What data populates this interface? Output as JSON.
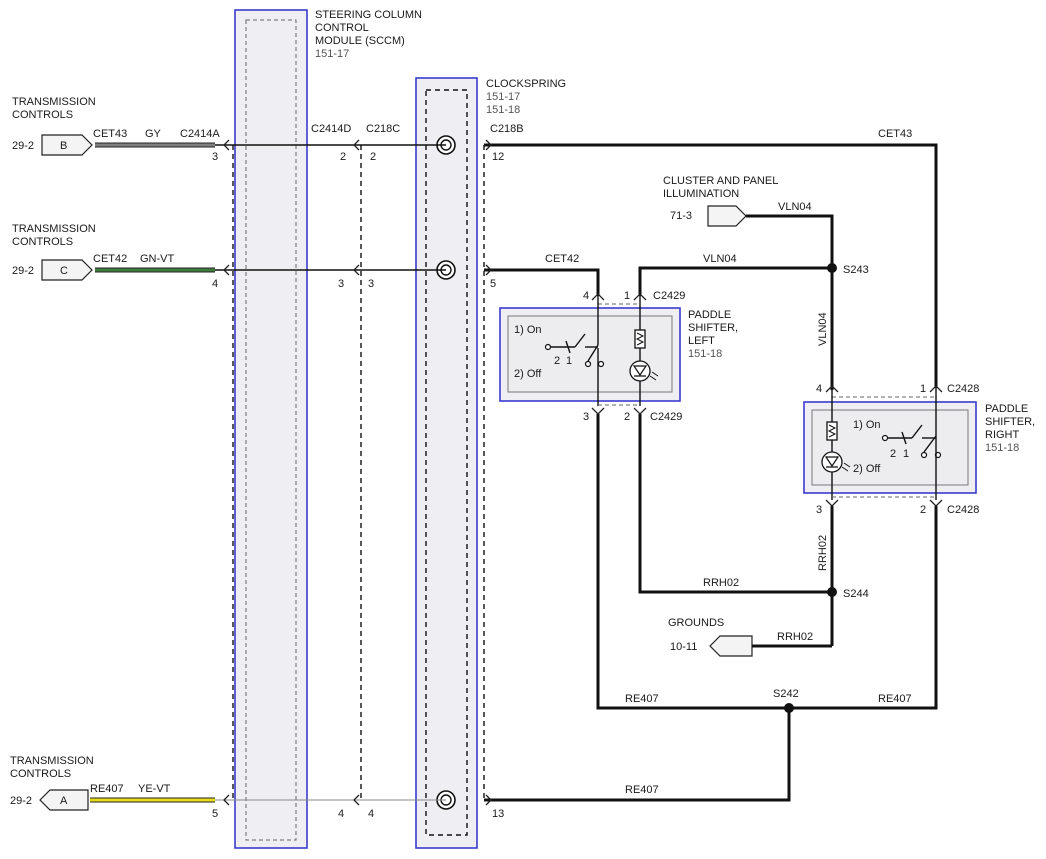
{
  "modules": {
    "sccm": {
      "name_lines": [
        "STEERING COLUMN",
        "CONTROL",
        "MODULE (SCCM)"
      ],
      "refs": [
        "151-17"
      ]
    },
    "clockspring": {
      "name_lines": [
        "CLOCKSPRING"
      ],
      "refs": [
        "151-17",
        "151-18"
      ]
    },
    "paddle_left": {
      "name_lines": [
        "PADDLE",
        "SHIFTER,",
        "LEFT"
      ],
      "refs": [
        "151-18"
      ],
      "on_label": "1) On",
      "off_label": "2) Off",
      "sw_pin_a": "2",
      "sw_pin_b": "1"
    },
    "paddle_right": {
      "name_lines": [
        "PADDLE",
        "SHIFTER,",
        "RIGHT"
      ],
      "refs": [
        "151-18"
      ],
      "on_label": "1) On",
      "off_label": "2) Off",
      "sw_pin_a": "2",
      "sw_pin_b": "1"
    }
  },
  "connectors": {
    "c2414a": "C2414A",
    "c2414d": "C2414D",
    "c218c": "C218C",
    "c218b": "C218B",
    "c2429_top": "C2429",
    "c2429_bottom": "C2429",
    "c2428_top": "C2428",
    "c2428_bottom": "C2428"
  },
  "offpage": [
    {
      "group_lines": [
        "TRANSMISSION",
        "CONTROLS"
      ],
      "page": "29-2",
      "letter": "B"
    },
    {
      "group_lines": [
        "TRANSMISSION",
        "CONTROLS"
      ],
      "page": "29-2",
      "letter": "C"
    },
    {
      "group_lines": [
        "TRANSMISSION",
        "CONTROLS"
      ],
      "page": "29-2",
      "letter": "A"
    },
    {
      "group_lines": [
        "CLUSTER AND PANEL",
        "ILLUMINATION"
      ],
      "page": "71-3"
    },
    {
      "group_lines": [
        "GROUNDS"
      ],
      "page": "10-11"
    }
  ],
  "circuits": {
    "cet43_left": "CET43",
    "gy": "GY",
    "cet43_right": "CET43",
    "cet42_left": "CET42",
    "gnvt": "GN-VT",
    "cet42_mid": "CET42",
    "re407_left": "RE407",
    "yevt": "YE-VT",
    "re407_bottom": "RE407",
    "re407_mid_left": "RE407",
    "re407_mid_right": "RE407",
    "vln04_top": "VLN04",
    "vln04_mid": "VLN04",
    "vln04_vert": "VLN04",
    "rrh02_vert": "RRH02",
    "rrh02_mid": "RRH02",
    "rrh02_gnd": "RRH02"
  },
  "splices": {
    "s243": "S243",
    "s244": "S244",
    "s242": "S242"
  },
  "pins": {
    "b_2414a": "3",
    "b_2414d": "2",
    "b_218c": "2",
    "b_218b": "12",
    "c_2414a": "4",
    "c_2414d": "3",
    "c_218c": "3",
    "c_218b": "5",
    "a_2414a": "5",
    "a_2414d": "4",
    "a_218c": "4",
    "a_218b": "13",
    "pl_top_4": "4",
    "pl_top_1": "1",
    "pl_bot_3": "3",
    "pl_bot_2": "2",
    "pr_top_4": "4",
    "pr_top_1": "1",
    "pr_bot_3": "3",
    "pr_bot_2": "2"
  },
  "colors": {
    "module_border": "#3a3ad0",
    "wire_gy": "#808080",
    "wire_gnvt": "#3e7d3e",
    "wire_yevt": "#e8dd1a"
  }
}
